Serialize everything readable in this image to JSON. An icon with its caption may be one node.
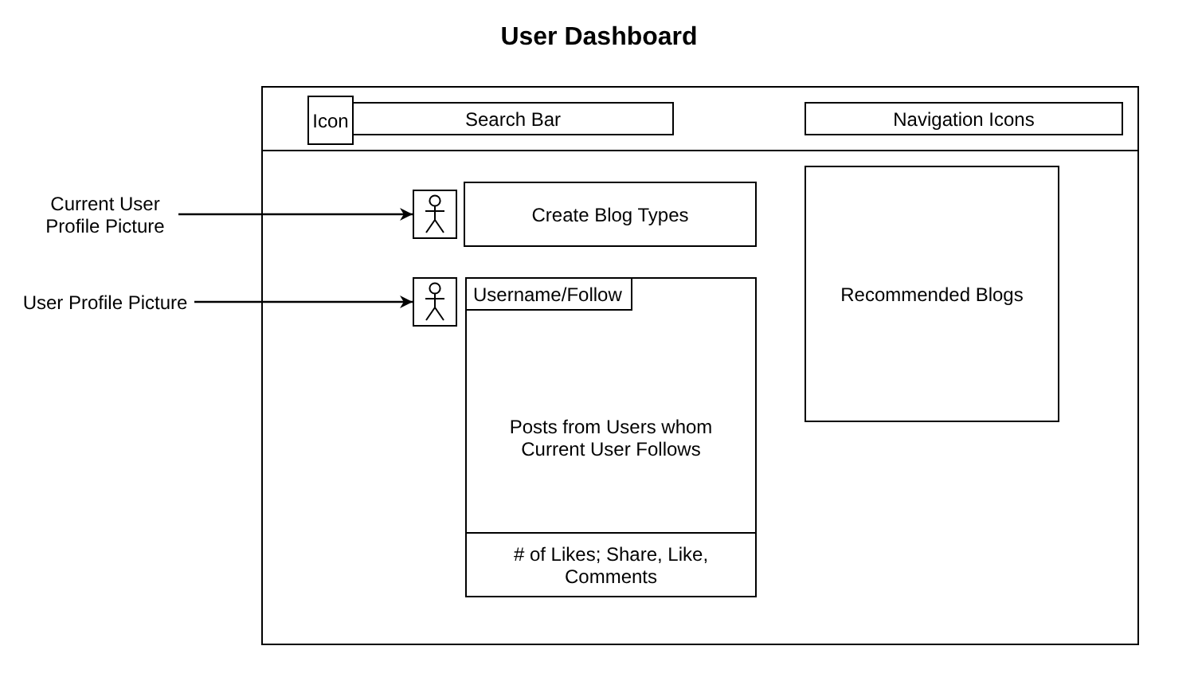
{
  "diagram": {
    "title": "User Dashboard",
    "nodes": [
      {
        "text": [],
        "shape": "box"
      },
      {
        "text": [
          "Icon"
        ],
        "in": 0
      },
      {
        "text": [
          "Search Bar"
        ],
        "in": 0
      },
      {
        "text": [
          "Navigation Icons"
        ],
        "in": 0
      },
      {
        "text": [
          "Current User Profile Picture"
        ]
      },
      {
        "text": [],
        "shape": "person",
        "in": 0
      },
      {
        "text": [
          "Create Blog Types"
        ],
        "in": 0
      },
      {
        "text": [
          "User Profile Picture"
        ]
      },
      {
        "text": [],
        "shape": "person",
        "in": 0
      },
      {
        "text": [
          "Posts from Users whom Current User Follows"
        ],
        "in": 0
      },
      {
        "text": [
          "Username/Follow"
        ],
        "in": 9
      },
      {
        "text": [
          "# of Likes; Share, Like, Comments"
        ],
        "in": 9
      },
      {
        "text": [
          "Recommended Blogs"
        ],
        "in": 0
      }
    ],
    "edges": [
      {
        "from": 4,
        "to": 5,
        "arrow": "to"
      },
      {
        "from": 7,
        "to": 8,
        "arrow": "to"
      }
    ]
  }
}
